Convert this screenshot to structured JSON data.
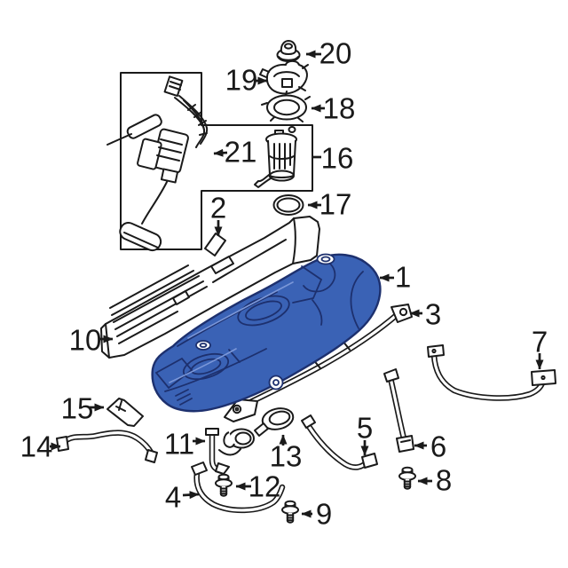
{
  "diagram": {
    "type": "exploded-parts-diagram",
    "subject": "fuel tank assembly"
  },
  "colors": {
    "bg": "#ffffff",
    "line": "#1a1a1a",
    "tank": "#3a62b5",
    "tank-dark": "#1d306e",
    "tank-light": "#7b97d8"
  },
  "callouts": [
    {
      "label": "1"
    },
    {
      "label": "2"
    },
    {
      "label": "3"
    },
    {
      "label": "4"
    },
    {
      "label": "5"
    },
    {
      "label": "6"
    },
    {
      "label": "7"
    },
    {
      "label": "8"
    },
    {
      "label": "9"
    },
    {
      "label": "10"
    },
    {
      "label": "11"
    },
    {
      "label": "12"
    },
    {
      "label": "13"
    },
    {
      "label": "14"
    },
    {
      "label": "15"
    },
    {
      "label": "16"
    },
    {
      "label": "17"
    },
    {
      "label": "18"
    },
    {
      "label": "19"
    },
    {
      "label": "20"
    },
    {
      "label": "21"
    }
  ]
}
